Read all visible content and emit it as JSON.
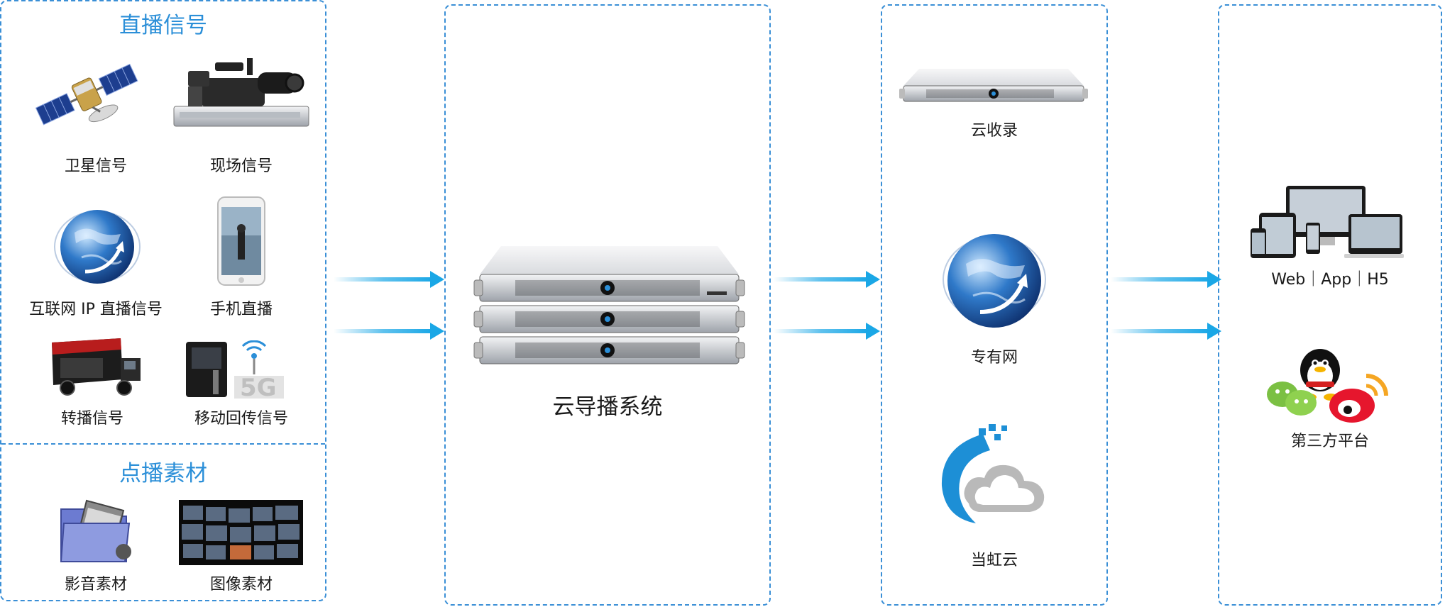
{
  "live": {
    "title": "直播信号",
    "items": [
      {
        "label": "卫星信号",
        "icon": "satellite-icon"
      },
      {
        "label": "现场信号",
        "icon": "video-camera-icon"
      },
      {
        "label": "互联网 IP 直播信号",
        "icon": "globe-icon"
      },
      {
        "label": "手机直播",
        "icon": "smartphone-icon"
      },
      {
        "label": "转播信号",
        "icon": "broadcast-truck-icon"
      },
      {
        "label": "移动回传信号",
        "icon": "mobile-backpack-5g-icon"
      }
    ]
  },
  "vod": {
    "title": "点播素材",
    "items": [
      {
        "label": "影音素材",
        "icon": "film-folder-icon"
      },
      {
        "label": "图像素材",
        "icon": "image-wall-icon"
      }
    ]
  },
  "core": {
    "label": "云导播系统",
    "icon": "server-stack-icon"
  },
  "distribution": {
    "items": [
      {
        "label": "云收录",
        "icon": "rack-server-icon"
      },
      {
        "label": "专有网",
        "icon": "globe-icon"
      },
      {
        "label": "当虹云",
        "icon": "cloud-logo-icon"
      }
    ]
  },
  "outputs": {
    "items": [
      {
        "label": "Web｜App｜H5",
        "icon": "multi-device-icon"
      },
      {
        "label": "第三方平台",
        "icon": "social-platforms-icon"
      }
    ]
  },
  "colors": {
    "accent": "#2b8fd8",
    "border": "#3a8fd6",
    "arrow": "#1aa7e6"
  }
}
